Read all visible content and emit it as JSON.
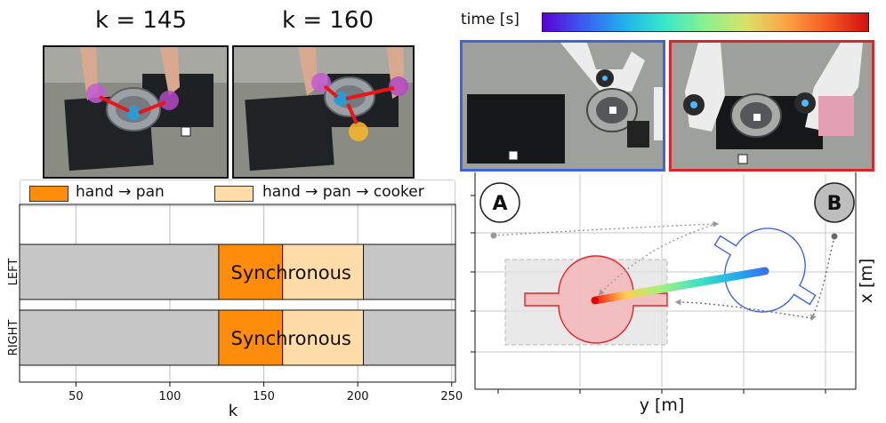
{
  "frames": {
    "left_title": "k = 145",
    "right_title": "k = 160"
  },
  "legend": {
    "items": [
      {
        "label": "hand → pan",
        "color": "#ff8c0a"
      },
      {
        "label": "hand → pan → cooker",
        "color": "#ffdca8"
      }
    ]
  },
  "timeline": {
    "xlabel": "k",
    "ticks": [
      50,
      100,
      150,
      200,
      250
    ],
    "xlim": [
      20,
      252
    ],
    "rows": [
      {
        "name": "LEFT",
        "label": "Synchronous"
      },
      {
        "name": "RIGHT",
        "label": "Synchronous"
      }
    ],
    "segments": [
      {
        "start": 126,
        "end": 160,
        "color": "#ff8c0a"
      },
      {
        "start": 160,
        "end": 203,
        "color": "#ffdca8"
      }
    ],
    "background_color": "#c6c6c6"
  },
  "colorbar": {
    "label": "time [s]"
  },
  "trajectory_plot": {
    "xlabel": "y [m]",
    "ylabel": "x [m]",
    "marker_a": "A",
    "marker_b": "B"
  }
}
